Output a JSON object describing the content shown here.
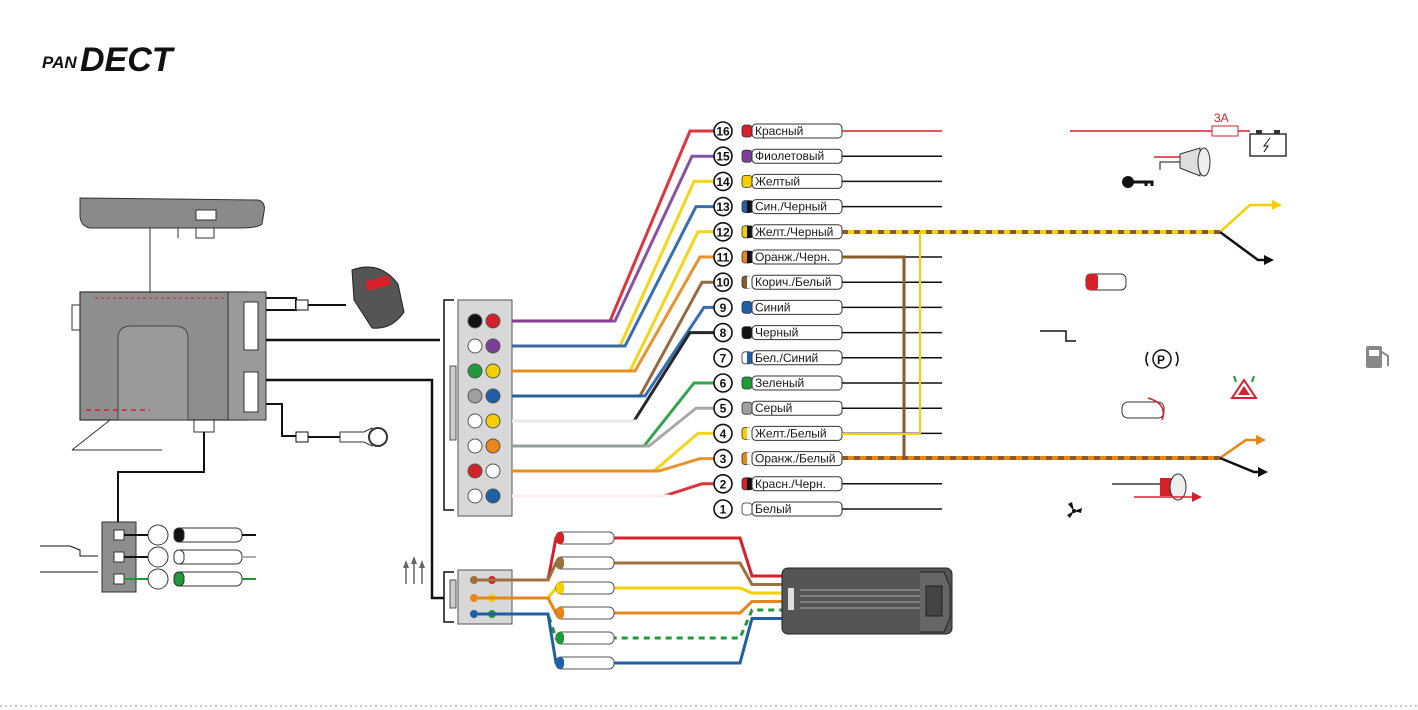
{
  "logo": {
    "prefix": "PAN",
    "main": "DECT"
  },
  "fuse_label": "3A",
  "wires": [
    {
      "n": "16",
      "label": "Красный",
      "c1": "#d6202a",
      "c2": "#d6202a",
      "line": "#d6202a"
    },
    {
      "n": "15",
      "label": "Фиолетовый",
      "c1": "#7b3f98",
      "c2": "#7b3f98",
      "line": "#111111"
    },
    {
      "n": "14",
      "label": "Желтый",
      "c1": "#f5d000",
      "c2": "#f5d000",
      "line": "#111111"
    },
    {
      "n": "13",
      "label": "Син./Черный",
      "c1": "#1f5fa8",
      "c2": "#111111",
      "line": "#111111"
    },
    {
      "n": "12",
      "label": "Желт./Черный",
      "c1": "#f5d000",
      "c2": "#111111",
      "line": "#f5d000"
    },
    {
      "n": "11",
      "label": "Оранж./Черн.",
      "c1": "#e8861a",
      "c2": "#111111",
      "line": "#111111"
    },
    {
      "n": "10",
      "label": "Корич./Белый",
      "c1": "#8b5a2b",
      "c2": "#ffffff",
      "line": "#111111"
    },
    {
      "n": "9",
      "label": "Синий",
      "c1": "#1f5fa8",
      "c2": "#1f5fa8",
      "line": "#111111"
    },
    {
      "n": "8",
      "label": "Черный",
      "c1": "#111111",
      "c2": "#111111",
      "line": "#111111"
    },
    {
      "n": "7",
      "label": "Бел./Синий",
      "c1": "#ffffff",
      "c2": "#1f5fa8",
      "line": "#111111"
    },
    {
      "n": "6",
      "label": "Зеленый",
      "c1": "#1e9a3a",
      "c2": "#1e9a3a",
      "line": "#111111"
    },
    {
      "n": "5",
      "label": "Серый",
      "c1": "#a0a0a0",
      "c2": "#a0a0a0",
      "line": "#111111"
    },
    {
      "n": "4",
      "label": "Желт./Белый",
      "c1": "#f5d000",
      "c2": "#ffffff",
      "line": "#111111"
    },
    {
      "n": "3",
      "label": "Оранж./Белый",
      "c1": "#e8861a",
      "c2": "#ffffff",
      "line": "#e8861a"
    },
    {
      "n": "2",
      "label": "Красн./Черн.",
      "c1": "#d6202a",
      "c2": "#111111",
      "line": "#111111"
    },
    {
      "n": "1",
      "label": "Белый",
      "c1": "#ffffff",
      "c2": "#ffffff",
      "line": "#111111"
    }
  ],
  "connector_pins": [
    {
      "left": "#111111",
      "right": "#d6202a"
    },
    {
      "left": "#ffffff",
      "right": "#7b3f98"
    },
    {
      "left": "#1e9a3a",
      "right": "#f5d000"
    },
    {
      "left": "#a0a0a0",
      "right": "#1f5fa8"
    },
    {
      "left": "#ffffff",
      "right": "#f5d000"
    },
    {
      "left": "#ffffff",
      "right": "#e8861a"
    },
    {
      "left": "#d6202a",
      "right": "#ffffff"
    },
    {
      "left": "#ffffff",
      "right": "#1f5fa8"
    }
  ],
  "can_wires": [
    {
      "color": "#d6202a",
      "dashed": false
    },
    {
      "color": "#a0703c",
      "dashed": false
    },
    {
      "color": "#f5d000",
      "dashed": false
    },
    {
      "color": "#e8861a",
      "dashed": false
    },
    {
      "color": "#1e9a3a",
      "dashed": true
    },
    {
      "color": "#1f5fa8",
      "dashed": false
    }
  ],
  "small_plug_wires": [
    {
      "color": "#111111"
    },
    {
      "color": "#ffffff"
    },
    {
      "color": "#1e9a3a"
    }
  ],
  "icons": [
    "battery-icon",
    "fuse-icon",
    "siren-icon",
    "key-icon",
    "car-door-icon",
    "parking-icon",
    "fuel-icon",
    "hazard-icon",
    "trunk-icon",
    "horn-icon",
    "fan-icon",
    "turn-signal-arrow-icon",
    "hood-icon",
    "ground-icon",
    "remote-keyfob-icon",
    "ring-terminal-icon",
    "antenna-module-icon",
    "can-module-icon",
    "main-unit-icon",
    "heat-icon"
  ],
  "colors": {
    "red": "#d6202a",
    "black": "#111111",
    "yellow": "#f5d000",
    "orange": "#e8861a"
  }
}
